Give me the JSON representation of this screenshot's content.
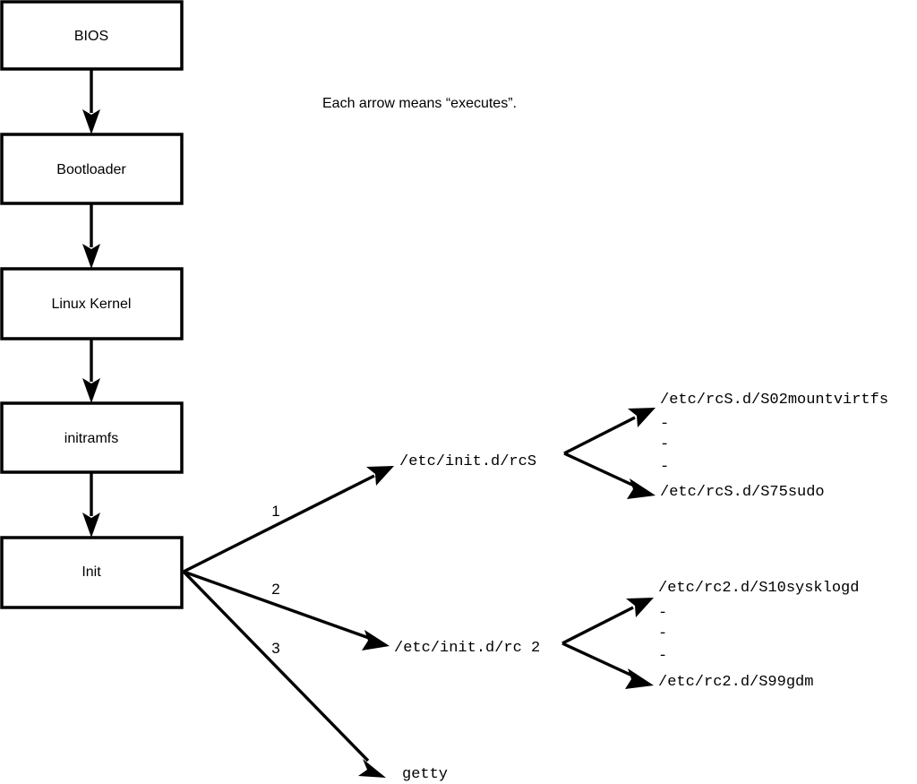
{
  "diagram": {
    "title_note": "Each arrow means “executes”.",
    "boot_chain": [
      {
        "id": "bios",
        "label": "BIOS"
      },
      {
        "id": "bootloader",
        "label": "Bootloader"
      },
      {
        "id": "kernel",
        "label": "Linux Kernel"
      },
      {
        "id": "initramfs",
        "label": "initramfs"
      },
      {
        "id": "init",
        "label": "Init"
      }
    ],
    "init_branches": [
      {
        "number": "1",
        "target": "/etc/init.d/rcS"
      },
      {
        "number": "2",
        "target": "/etc/init.d/rc 2"
      },
      {
        "number": "3",
        "target": "getty"
      }
    ],
    "rcs_scripts": {
      "first": "/etc/rcS.d/S02mountvirtfs",
      "ellipsis": [
        "-",
        "-",
        "-"
      ],
      "last": "/etc/rcS.d/S75sudo"
    },
    "rc2_scripts": {
      "first": "/etc/rc2.d/S10sysklogd",
      "ellipsis": [
        "-",
        "-",
        "-"
      ],
      "last": "/etc/rc2.d/S99gdm"
    },
    "colors": {
      "stroke": "#000000",
      "fill": "#ffffff",
      "text": "#000000"
    }
  }
}
